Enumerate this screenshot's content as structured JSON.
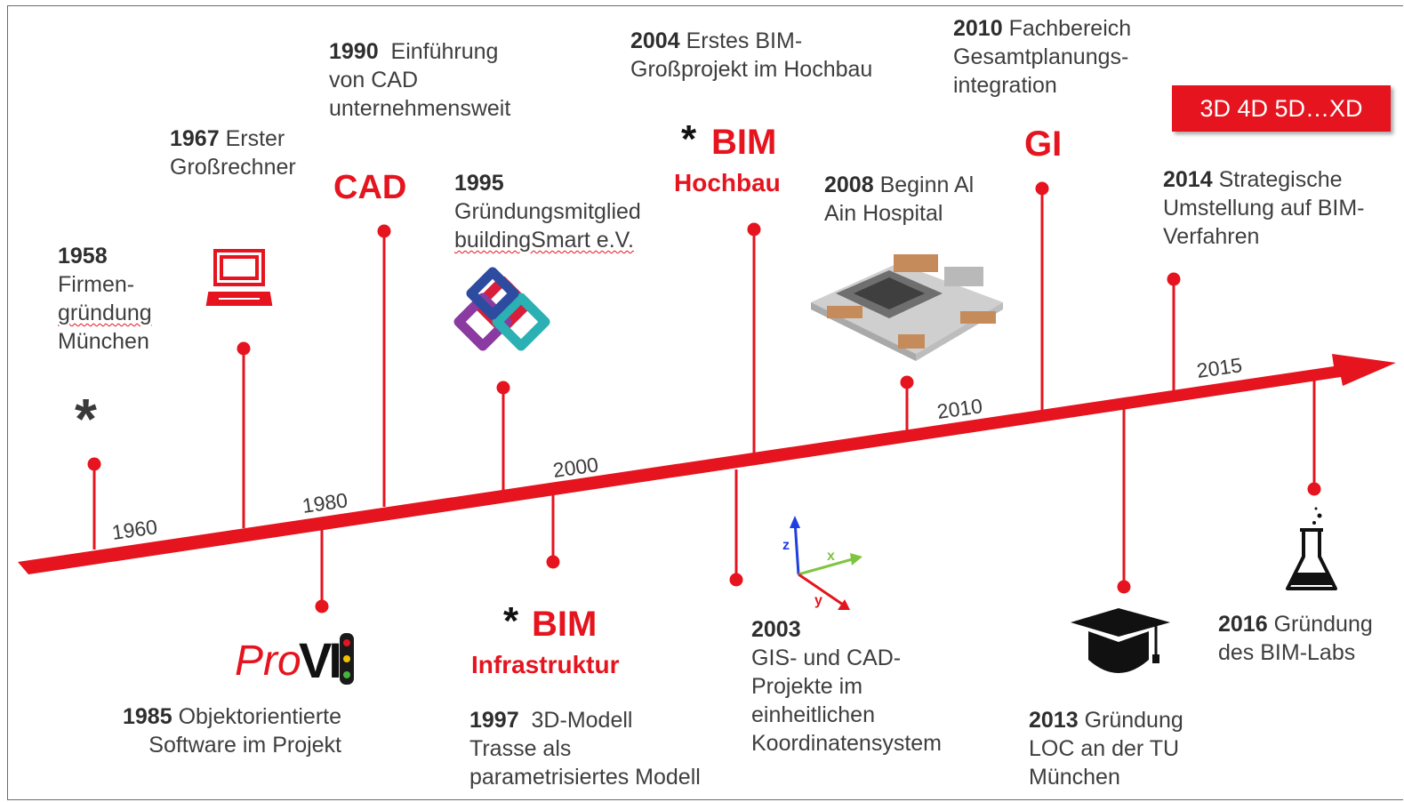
{
  "axis_years": [
    "1960",
    "1980",
    "2000",
    "2010",
    "2015"
  ],
  "events": {
    "e1958": {
      "year": "1958",
      "text": [
        "Firmen-",
        "gründung",
        "München"
      ]
    },
    "e1967": {
      "year": "1967",
      "text": [
        "Erster",
        "Großrechner"
      ]
    },
    "e1990": {
      "year": "1990",
      "text": [
        "Einführung",
        "von CAD",
        "unternehmensweit"
      ]
    },
    "e1995": {
      "year": "1995",
      "text": [
        "Gründungsmitglied",
        "buildingSmart e.V."
      ]
    },
    "e2004": {
      "year": "2004",
      "text": [
        "Erstes BIM-",
        "Großprojekt im Hochbau"
      ]
    },
    "e2008": {
      "year": "2008",
      "text": [
        "Beginn Al",
        "Ain Hospital"
      ]
    },
    "e2010": {
      "year": "2010",
      "text": [
        "Fachbereich",
        "Gesamtplanungs-",
        "integration"
      ]
    },
    "e2014": {
      "year": "2014",
      "text": [
        "Strategische",
        "Umstellung auf BIM-",
        "Verfahren"
      ]
    },
    "e1985": {
      "year": "1985",
      "text": [
        "Objektorientierte",
        "Software im Projekt"
      ]
    },
    "e1997": {
      "year": "1997",
      "text": [
        "3D-Modell",
        "Trasse als",
        "parametrisiertes Modell"
      ]
    },
    "e2003": {
      "year": "2003",
      "text": [
        "GIS- und CAD-",
        "Projekte im",
        "einheitlichen",
        "Koordinatensystem"
      ]
    },
    "e2013": {
      "year": "2013",
      "text": [
        "Gründung",
        "LOC an der TU",
        "München"
      ]
    },
    "e2016": {
      "year": "2016",
      "text": [
        "Gründung",
        "des BIM-Labs"
      ]
    }
  },
  "labels": {
    "cad": "CAD",
    "bim_hochbau_top": "BIM",
    "bim_hochbau_bottom": "Hochbau",
    "bim_infra_top": "BIM",
    "bim_infra_bottom": "Infrastruktur",
    "gi": "GI",
    "star": "*",
    "badge": "3D 4D 5D…XD",
    "provi_pro": "Pro",
    "provi_vi": "VI",
    "axis_x": "x",
    "axis_y": "y",
    "axis_z": "z"
  },
  "icons": [
    "asterisk-icon",
    "computer-icon",
    "buildingsmart-logo",
    "hospital-model-image",
    "provi-logo",
    "coordinate-axes-icon",
    "graduation-cap-icon",
    "flask-icon"
  ],
  "colors": {
    "accent": "#e5141e",
    "text": "#3e3e3e",
    "badge_text": "#ffffff"
  }
}
